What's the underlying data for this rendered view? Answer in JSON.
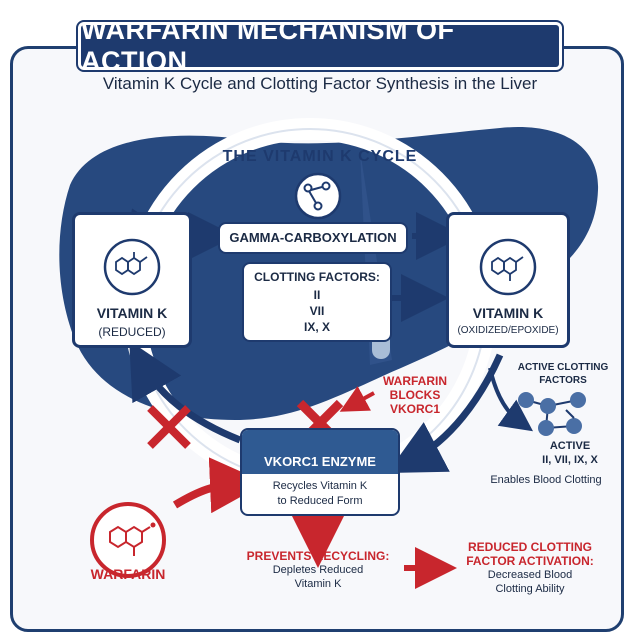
{
  "header": {
    "title": "WARFARIN MECHANISM OF ACTION",
    "subtitle": "Vitamin K Cycle and Clotting Factor Synthesis in the Liver"
  },
  "cycle": {
    "title": "THE VITAMIN K CYCLE"
  },
  "vitamin_k_reduced": {
    "name": "VITAMIN K",
    "state": "(REDUCED)"
  },
  "gamma": {
    "label": "GAMMA-CARBOXYLATION"
  },
  "clotting_factors": {
    "heading": "CLOTTING FACTORS:",
    "line1": "II",
    "line2": "VII",
    "line3": "IX, X"
  },
  "vitamin_k_oxidized": {
    "name": "VITAMIN K",
    "state": "(OXIDIZED/EPOXIDE)"
  },
  "active_factors": {
    "heading_line1": "ACTIVE CLOTTING",
    "heading_line2": "FACTORS",
    "active_line1": "ACTIVE",
    "active_line2": "II, VII, IX, X",
    "note": "Enables Blood Clotting"
  },
  "warfarin_blocks": {
    "line1": "WARFARIN",
    "line2": "BLOCKS",
    "line3": "VKORC1"
  },
  "vkorc1": {
    "title": "VKORC1 ENZYME",
    "desc_line1": "Recycles Vitamin K",
    "desc_line2": "to Reduced Form"
  },
  "warfarin_drug": {
    "label": "WARFARIN"
  },
  "prevents": {
    "heading": "PREVENTS RECYCLING:",
    "line1": "Depletes Reduced",
    "line2": "Vitamin K"
  },
  "reduced": {
    "heading_line1": "REDUCED CLOTTING",
    "heading_line2": "FACTOR ACTIVATION:",
    "line1": "Decreased Blood",
    "line2": "Clotting Ability"
  },
  "colors": {
    "navy": "#1e3a6e",
    "red": "#c8262d",
    "liver": "#27497f"
  }
}
